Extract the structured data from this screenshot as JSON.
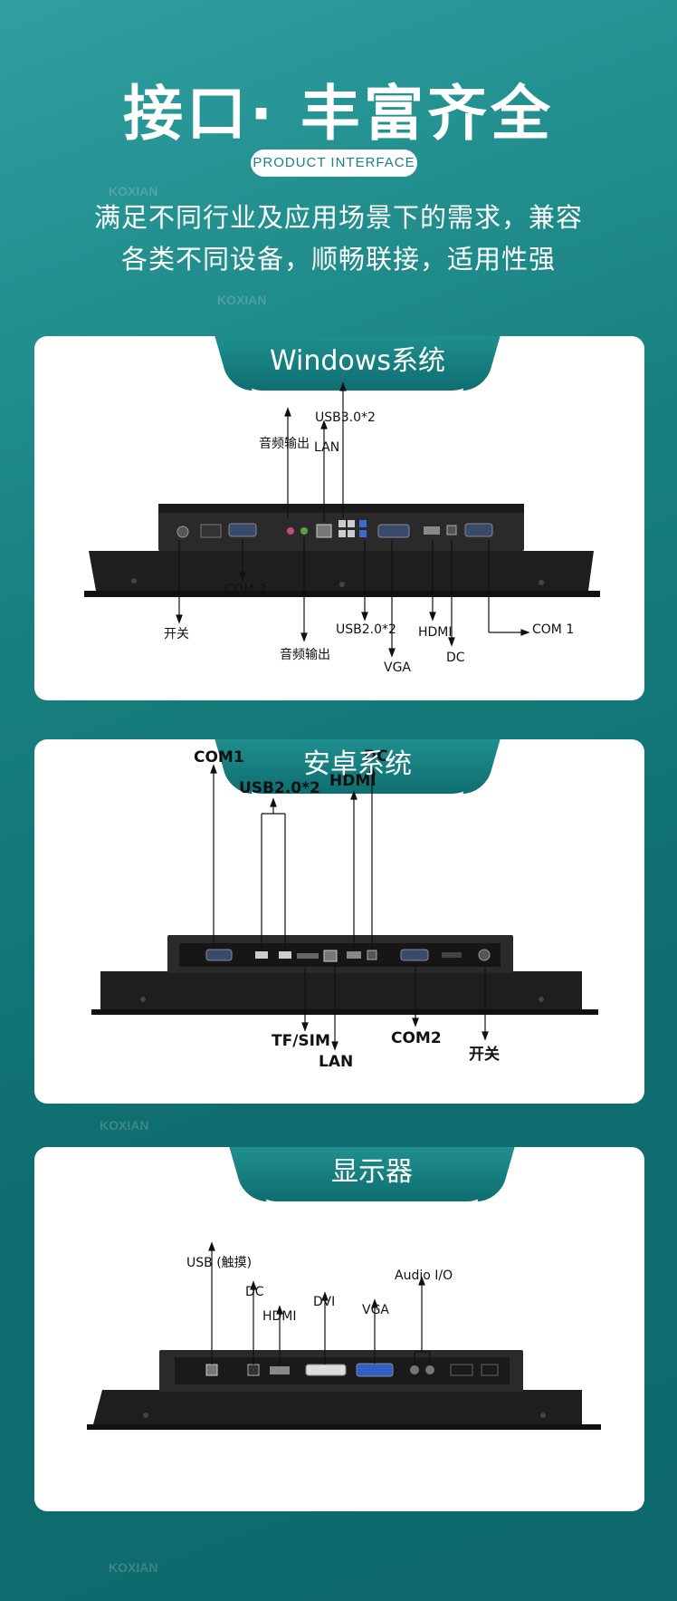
{
  "header": {
    "title": "接口· 丰富齐全",
    "badge": "PRODUCT INTERFACE",
    "subtitle_line1": "满足不同行业及应用场景下的需求，兼容",
    "subtitle_line2": "各类不同设备，顺畅联接，适用性强"
  },
  "watermark": "KOXIAN",
  "colors": {
    "accent": "#0f6e71",
    "background": "#17807f",
    "card": "#ffffff",
    "device": "#1b1b1b"
  },
  "sections": [
    {
      "title": "Windows系统",
      "labels": {
        "usb30": "USB3.0*2",
        "audio_top": "音频输出",
        "lan": "LAN",
        "power": "开关",
        "com2": "COM 2",
        "audio_bottom": "音频输出",
        "usb20": "USB2.0*2",
        "vga": "VGA",
        "hdmi": "HDMI",
        "dc": "DC",
        "com1": "COM 1"
      }
    },
    {
      "title": "安卓系统",
      "labels": {
        "com1": "COM1",
        "usb20": "USB2.0*2",
        "hdmi": "HDMI",
        "dc": "DC",
        "tfsim": "TF/SIM",
        "lan": "LAN",
        "com2": "COM2",
        "power": "开关"
      }
    },
    {
      "title": "显示器",
      "labels": {
        "usb_touch": "USB (触摸)",
        "dc": "DC",
        "hdmi": "HDMI",
        "dvi": "DVI",
        "vga": "VGA",
        "audio": "Audio I/O"
      }
    }
  ]
}
